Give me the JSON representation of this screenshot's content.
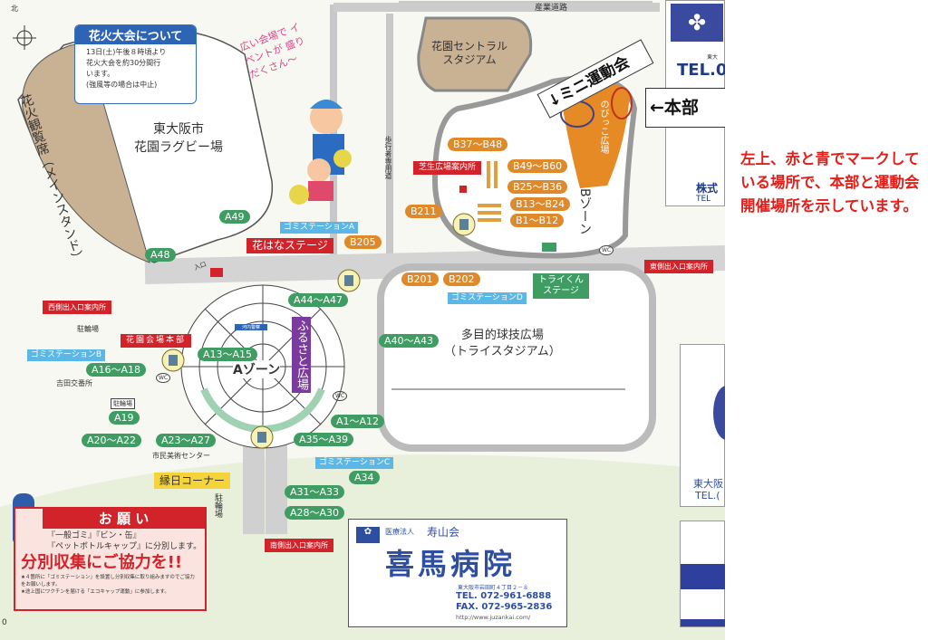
{
  "compass": {
    "north": "北"
  },
  "info_box": {
    "title": "花火大会について",
    "lines": [
      "13日(土)午後８時頃より",
      "花火大会を約30分間行",
      "います。",
      "(強風等の場合は中止)"
    ]
  },
  "speech": {
    "text": "広い会場で イベントが 盛りだくさん～"
  },
  "venues": {
    "rugby": [
      "東大阪市",
      "花園ラグビー場"
    ],
    "main_stand": "花火観覧席（メインスタンド）",
    "central_stadium": [
      "花園セントラル",
      "スタジアム"
    ],
    "industrial_road": "産業道路",
    "pedestrian_road": "歩行者専用道",
    "nobikko": "のびっこ広場",
    "b_zone": "Bゾーン",
    "a_zone": "Aゾーン",
    "furusato": "ふるさと広場",
    "multi": [
      "多目的球技広場",
      "（トライスタジアム）"
    ],
    "bike_parking": "駐輪場",
    "police_box": "吉田交番所",
    "art_center": "市民美術センター",
    "kawachi_police": "河内警察",
    "entrance": "入口",
    "wc": "WC"
  },
  "stages": {
    "hanahana": "花はなステージ",
    "trykun": [
      "トライくん",
      "ステージ"
    ],
    "ennichi": "縁日コーナー"
  },
  "info_points": {
    "shibafu": "芝生広場案内所",
    "west": "西側出入口案内所",
    "hq": "花園会場本部",
    "east": "東側出入口案内所",
    "south": "南側出入口案内所"
  },
  "garbage": {
    "a": "ゴミステーションA",
    "b": "ゴミステーションB",
    "c": "ゴミステーションC",
    "d": "ゴミステーションD"
  },
  "a_stalls": [
    "A49",
    "A48",
    "A44～A47",
    "A40～A43",
    "A13～A15",
    "A16～A18",
    "A19",
    "A20～A22",
    "A23～A27",
    "A1～A12",
    "A35～A39",
    "A34",
    "A31～A33",
    "A28～A30"
  ],
  "b_stalls": [
    "B37～B48",
    "B49～B60",
    "B25～B36",
    "B13～B24",
    "B1～B12",
    "B211",
    "B205",
    "B201",
    "B202"
  ],
  "request": {
    "title": "お 願 い",
    "line1": "『一般ゴミ』『ビン・缶』",
    "line2": "『ペットボトルキャップ』に分別します。",
    "slogan": "分別収集にご協力を!!",
    "note1": "★４箇所に「ゴミステーション」を設置し分別収集に取り組みますのでご協力をお願いします。",
    "note2": "★途上国にワクチンを届ける「エコキャップ運動」に参加します。"
  },
  "hospital": {
    "org": "医療法人",
    "group": "寿山会",
    "name": "喜馬病院",
    "address": "東大阪市岩田町４丁目２－８",
    "tel": "TEL. 072-961-6888",
    "fax": "FAX. 072-965-2836",
    "url": "http://www.juzankai.com/"
  },
  "side_ads": {
    "top_small": "東大",
    "tel_partial": "TEL.0(",
    "company": "株式",
    "tel2": "TEL",
    "bottom": "東大阪",
    "tel3": "TEL.("
  },
  "page_marker": "0",
  "annotations": {
    "mini_undokai": "↓ミニ運動会",
    "honbu": "←本部",
    "note": "左上、赤と青でマークしている場所で、本部と運動会開催場所を示しています。"
  },
  "colors": {
    "stall_a": "#3f9d63",
    "stall_b": "#de8a2b",
    "info": "#d2232a",
    "garbage": "#5ab7e6",
    "note": "#e0201a"
  }
}
